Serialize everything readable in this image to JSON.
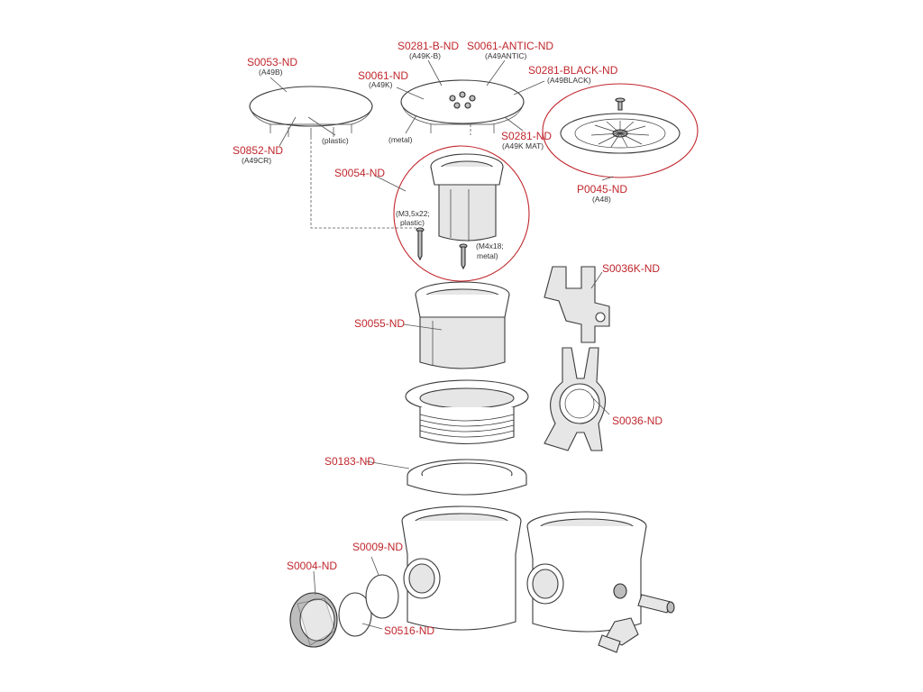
{
  "labels": {
    "s0053": {
      "code": "S0053-ND",
      "sub": "(A49B)"
    },
    "s0852": {
      "code": "S0852-ND",
      "sub": "(A49CR)"
    },
    "s0281b": {
      "code": "S0281-B-ND",
      "sub": "(A49K-B)"
    },
    "s0061antic": {
      "code": "S0061-ANTIC-ND",
      "sub": "(A49ANTIC)"
    },
    "s0061": {
      "code": "S0061-ND",
      "sub": "(A49K)"
    },
    "s0281black": {
      "code": "S0281-BLACK-ND",
      "sub": "(A49BLACK)"
    },
    "s0281": {
      "code": "S0281-ND",
      "sub": "(A49K MAT)"
    },
    "p0045": {
      "code": "P0045-ND",
      "sub": "(A48)"
    },
    "s0054": {
      "code": "S0054-ND"
    },
    "s0036k": {
      "code": "S0036K-ND"
    },
    "s0055": {
      "code": "S0055-ND"
    },
    "s0036": {
      "code": "S0036-ND"
    },
    "s0183": {
      "code": "S0183-ND"
    },
    "s0009": {
      "code": "S0009-ND"
    },
    "s0004": {
      "code": "S0004-ND"
    },
    "s0516": {
      "code": "S0516-ND"
    }
  },
  "notes": {
    "plastic": "(plastic)",
    "metal": "(metal)",
    "screw_plastic_1": "(M3,5x22;",
    "screw_plastic_2": "plastic)",
    "screw_metal_1": "(M4x18;",
    "screw_metal_2": "metal)"
  },
  "colors": {
    "label": "#c0272d",
    "highlight_ring": "#c0272d",
    "line": "#3a3a3a"
  }
}
